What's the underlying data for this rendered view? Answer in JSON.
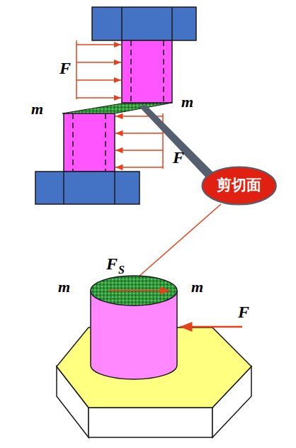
{
  "diagram": {
    "nodes": [
      {
        "text": [
          "剪切面"
        ]
      }
    ],
    "labels": [
      "F",
      "m",
      "m",
      "F",
      "F",
      "S",
      "m",
      "m",
      "F"
    ]
  }
}
